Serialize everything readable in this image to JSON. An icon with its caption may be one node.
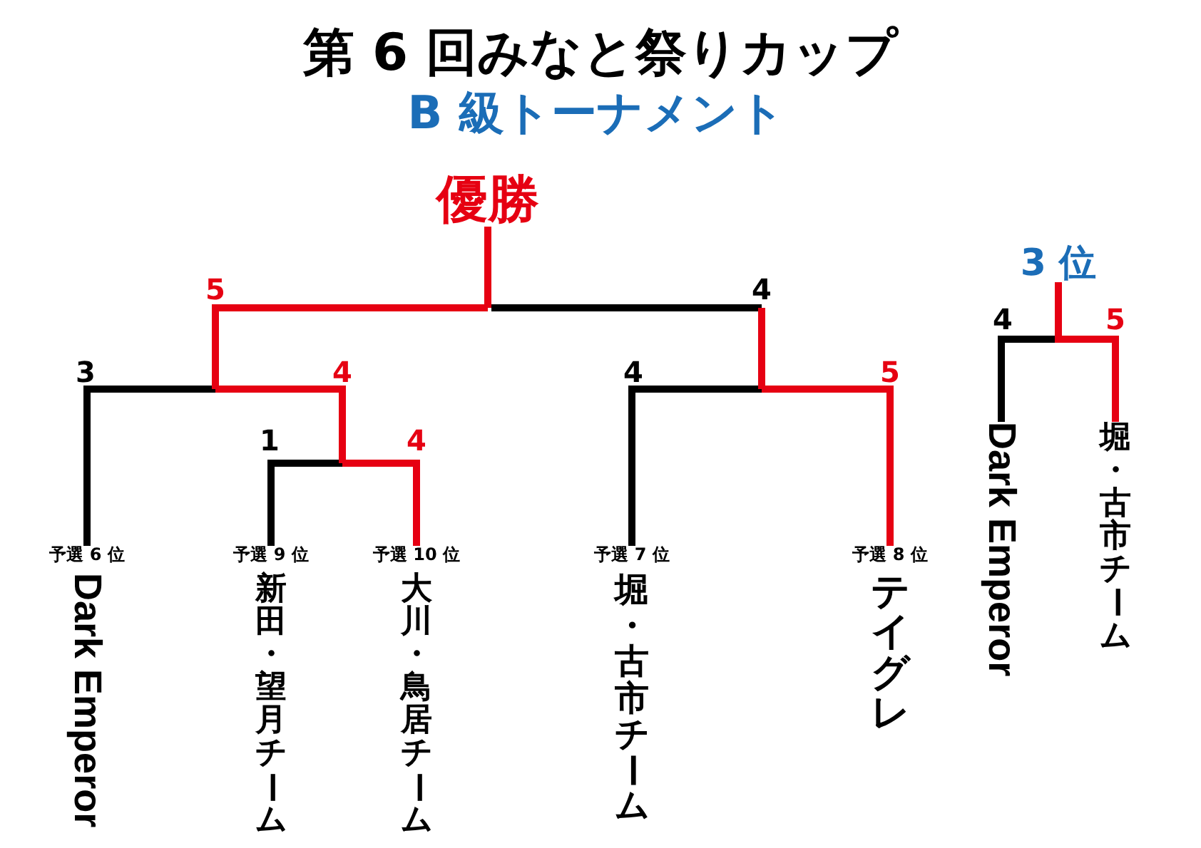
{
  "diagram": {
    "title": "第 6 回みなと祭りカップ",
    "nodes": [
      {
        "text": [
          "優勝"
        ]
      },
      {
        "text": [
          "3 位"
        ]
      },
      {
        "text": [
          "Dark Emperor"
        ],
        "beside": [
          "予選 6 位"
        ]
      },
      {
        "text": [
          "新田・望月チーム"
        ],
        "beside": [
          "予選 9 位"
        ]
      },
      {
        "text": [
          "大川・鳥居チーム"
        ],
        "beside": [
          "予選 10 位"
        ]
      },
      {
        "text": [
          "堀・古市チーム"
        ],
        "beside": [
          "予選 7 位"
        ]
      },
      {
        "text": [
          "テイグレ"
        ],
        "beside": [
          "予選 8 位"
        ]
      },
      {
        "text": [
          "Dark Emperor"
        ]
      },
      {
        "text": [
          "堀・古市チーム"
        ]
      }
    ],
    "edges": [
      {
        "from": 2,
        "to": 0,
        "arrow": "none"
      },
      {
        "from": 3,
        "to": 0,
        "arrow": "none"
      },
      {
        "from": 4,
        "to": 0,
        "arrow": "none",
        "color": "#e60012"
      },
      {
        "from": 5,
        "to": 0,
        "arrow": "none"
      },
      {
        "from": 6,
        "to": 0,
        "arrow": "none",
        "color": "#e60012"
      },
      {
        "from": 7,
        "to": 1,
        "arrow": "none"
      },
      {
        "from": 8,
        "to": 1,
        "arrow": "none",
        "color": "#e60012"
      }
    ],
    "labels": [
      "B 級トーナメント",
      "5",
      "4",
      "4",
      "5",
      "3",
      "4",
      "4",
      "5",
      "1",
      "4"
    ]
  }
}
